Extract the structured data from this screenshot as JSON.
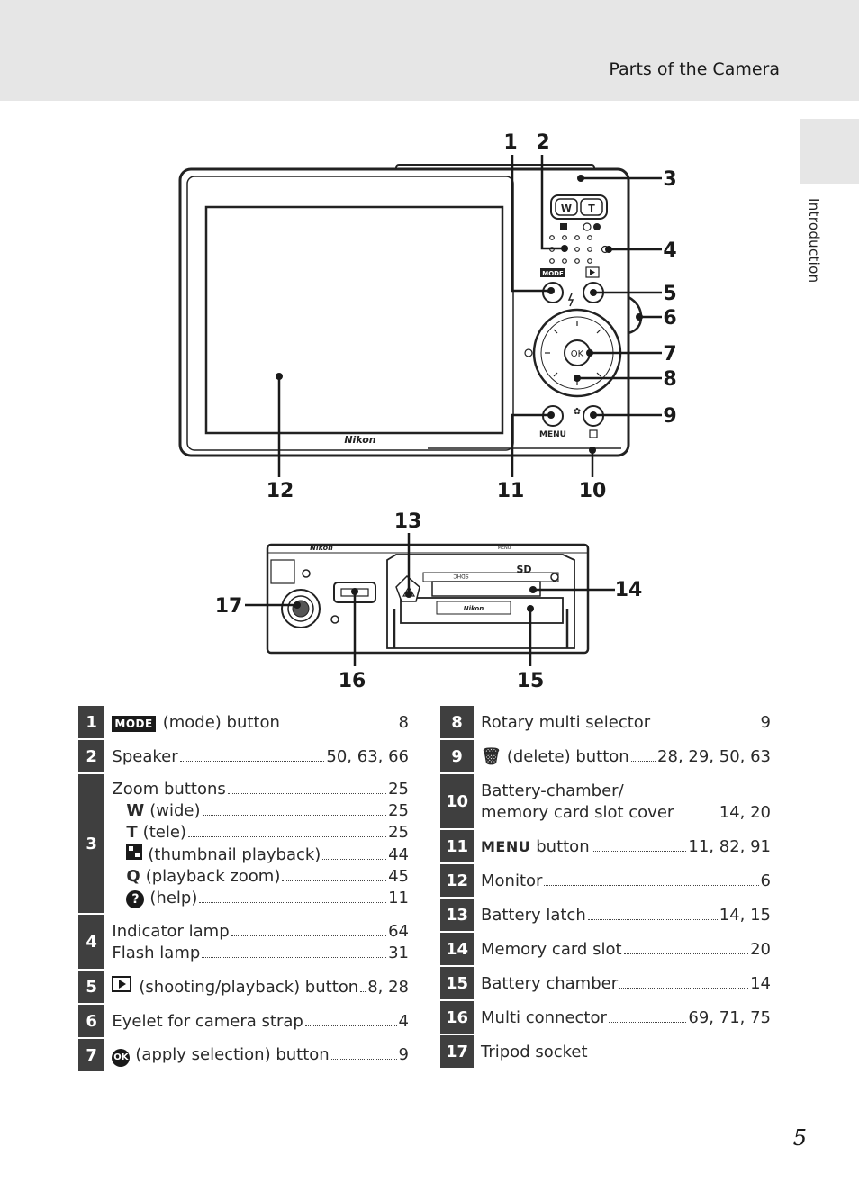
{
  "header": {
    "running_title": "Parts of the Camera"
  },
  "side_tab": {
    "label": "Introduction"
  },
  "figure": {
    "callouts": [
      "1",
      "2",
      "3",
      "4",
      "5",
      "6",
      "7",
      "8",
      "9",
      "10",
      "11",
      "12",
      "13",
      "14",
      "15",
      "16",
      "17"
    ],
    "camera_back": {
      "brand": "Nikon",
      "zoom_w": "W",
      "zoom_t": "T",
      "mode_label": "MODE",
      "menu_label": "MENU",
      "ok_label": "OK"
    },
    "camera_bottom": {
      "brand": "Nikon",
      "menu_label": "MENU",
      "card_label": "Nikon",
      "sd_label": "SD"
    }
  },
  "left_table": [
    {
      "num": "1",
      "icon": "mode-icon",
      "lines": [
        {
          "text": "(mode) button",
          "pages": "8"
        }
      ]
    },
    {
      "num": "2",
      "lines": [
        {
          "text": "Speaker",
          "pages": "50, 63, 66"
        }
      ]
    },
    {
      "num": "3",
      "lines": [
        {
          "text": "Zoom buttons",
          "pages": "25"
        },
        {
          "icon_text": "W",
          "text": "(wide)",
          "pages": "25",
          "indent": true
        },
        {
          "icon_text": "T",
          "text": "(tele)",
          "pages": "25",
          "indent": true
        },
        {
          "icon": "thumbnail-icon",
          "text": "(thumbnail playback)",
          "pages": "44",
          "indent": true
        },
        {
          "icon_text": "Q",
          "text": "(playback zoom)",
          "pages": "45",
          "indent": true
        },
        {
          "icon": "help-icon",
          "text": "(help)",
          "pages": "11",
          "indent": true
        }
      ]
    },
    {
      "num": "4",
      "lines": [
        {
          "text": "Indicator lamp",
          "pages": "64"
        },
        {
          "text": "Flash lamp",
          "pages": "31"
        }
      ]
    },
    {
      "num": "5",
      "icon": "play-icon",
      "lines": [
        {
          "text": "(shooting/playback) button",
          "pages": "8, 28"
        }
      ]
    },
    {
      "num": "6",
      "lines": [
        {
          "text": "Eyelet for camera strap",
          "pages": "4"
        }
      ]
    },
    {
      "num": "7",
      "icon": "ok-icon",
      "lines": [
        {
          "text": "(apply selection) button",
          "pages": "9"
        }
      ]
    }
  ],
  "right_table": [
    {
      "num": "8",
      "lines": [
        {
          "text": "Rotary multi selector",
          "pages": "9"
        }
      ]
    },
    {
      "num": "9",
      "icon": "trash-icon",
      "lines": [
        {
          "text": "(delete) button",
          "pages": "28, 29, 50, 63"
        }
      ]
    },
    {
      "num": "10",
      "lines": [
        {
          "text": "Battery-chamber/",
          "pages": ""
        },
        {
          "text": "memory card slot cover",
          "pages": "14, 20"
        }
      ]
    },
    {
      "num": "11",
      "icon": "menu-icon",
      "lines": [
        {
          "text": "button",
          "pages": "11, 82, 91"
        }
      ]
    },
    {
      "num": "12",
      "lines": [
        {
          "text": "Monitor",
          "pages": "6"
        }
      ]
    },
    {
      "num": "13",
      "lines": [
        {
          "text": "Battery latch",
          "pages": "14, 15"
        }
      ]
    },
    {
      "num": "14",
      "lines": [
        {
          "text": "Memory card slot",
          "pages": "20"
        }
      ]
    },
    {
      "num": "15",
      "lines": [
        {
          "text": "Battery chamber",
          "pages": "14"
        }
      ]
    },
    {
      "num": "16",
      "lines": [
        {
          "text": "Multi connector",
          "pages": "69, 71, 75"
        }
      ]
    },
    {
      "num": "17",
      "lines": [
        {
          "text": "Tripod socket",
          "pages": ""
        }
      ]
    }
  ],
  "icon_text": {
    "mode": "MODE",
    "menu": "MENU",
    "ok": "OK",
    "help": "?",
    "trash": "🗑"
  },
  "page_number": "5"
}
